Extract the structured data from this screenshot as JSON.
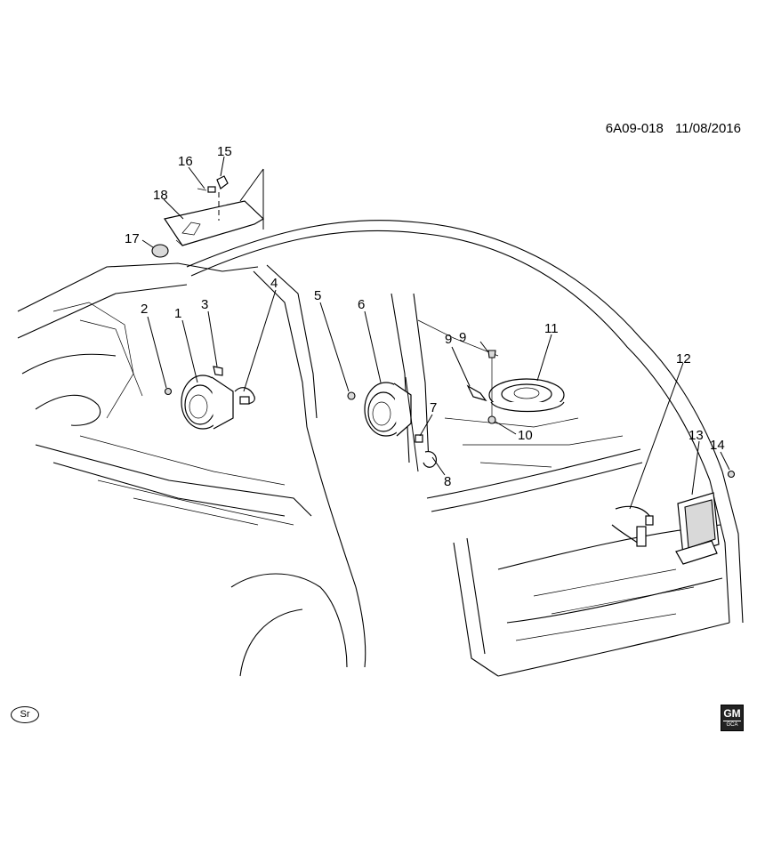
{
  "header": {
    "diagram_id": "6A09-018",
    "date": "11/08/2016"
  },
  "callouts": [
    {
      "id": "c1",
      "label": "1"
    },
    {
      "id": "c2",
      "label": "2"
    },
    {
      "id": "c3",
      "label": "3"
    },
    {
      "id": "c4",
      "label": "4"
    },
    {
      "id": "c5",
      "label": "5"
    },
    {
      "id": "c6",
      "label": "6"
    },
    {
      "id": "c7",
      "label": "7"
    },
    {
      "id": "c8",
      "label": "8"
    },
    {
      "id": "c9a",
      "label": "9"
    },
    {
      "id": "c9b",
      "label": "9"
    },
    {
      "id": "c10",
      "label": "10"
    },
    {
      "id": "c11",
      "label": "11"
    },
    {
      "id": "c12",
      "label": "12"
    },
    {
      "id": "c13",
      "label": "13"
    },
    {
      "id": "c14",
      "label": "14"
    },
    {
      "id": "c15",
      "label": "15"
    },
    {
      "id": "c16",
      "label": "16"
    },
    {
      "id": "c17",
      "label": "17"
    },
    {
      "id": "c18",
      "label": "18"
    }
  ],
  "footer": {
    "badge": "Sr",
    "logo_text": "GM",
    "logo_subtext": "GCA"
  },
  "colors": {
    "line": "#000000",
    "background": "#ffffff",
    "logo_fill": "#222222"
  }
}
